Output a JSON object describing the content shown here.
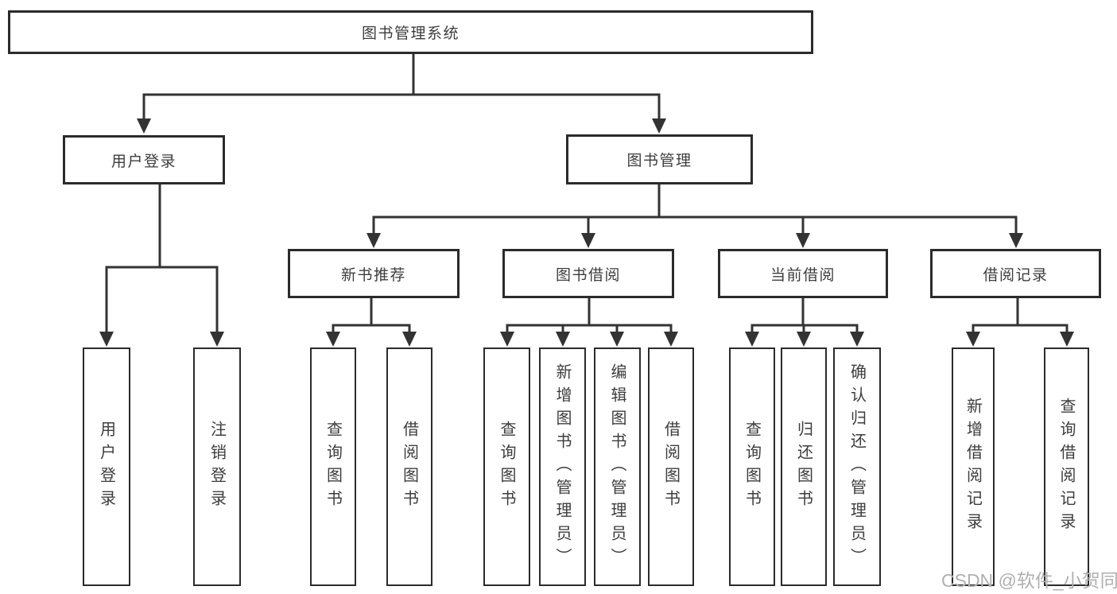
{
  "diagram": {
    "nodes": {
      "root": "图书管理系统",
      "user_login": "用户登录",
      "book_mgmt": "图书管理",
      "new_book_rec": "新书推荐",
      "book_borrow": "图书借阅",
      "current_borrow": "当前借阅",
      "borrow_records": "借阅记录",
      "leaf_user_login": "用户登录",
      "leaf_logout": "注销登录",
      "leaf_query_books_1": "查询图书",
      "leaf_borrow_books_1": "借阅图书",
      "leaf_query_books_2": "查询图书",
      "leaf_add_book_admin": "新增图书（管理员）",
      "leaf_edit_book_admin": "编辑图书（管理员）",
      "leaf_borrow_books_2": "借阅图书",
      "leaf_query_books_3": "查询图书",
      "leaf_return_books": "归还图书",
      "leaf_confirm_return_admin": "确认归还（管理员）",
      "leaf_add_borrow_record": "新增借阅记录",
      "leaf_query_borrow_record": "查询借阅记录"
    },
    "hierarchy": {
      "图书管理系统": [
        "用户登录",
        "图书管理"
      ],
      "用户登录": [
        "用户登录",
        "注销登录"
      ],
      "图书管理": [
        "新书推荐",
        "图书借阅",
        "当前借阅",
        "借阅记录"
      ],
      "新书推荐": [
        "查询图书",
        "借阅图书"
      ],
      "图书借阅": [
        "查询图书",
        "新增图书（管理员）",
        "编辑图书（管理员）",
        "借阅图书"
      ],
      "当前借阅": [
        "查询图书",
        "归还图书",
        "确认归还（管理员）"
      ],
      "借阅记录": [
        "新增借阅记录",
        "查询借阅记录"
      ]
    }
  },
  "watermark": {
    "text": "CSDN @软件_小贺同学",
    "color": "#b0b0b0"
  },
  "colors": {
    "line": "#333333",
    "box_border": "#2b2b2b",
    "text": "#3d3d3d",
    "background": "#ffffff"
  }
}
